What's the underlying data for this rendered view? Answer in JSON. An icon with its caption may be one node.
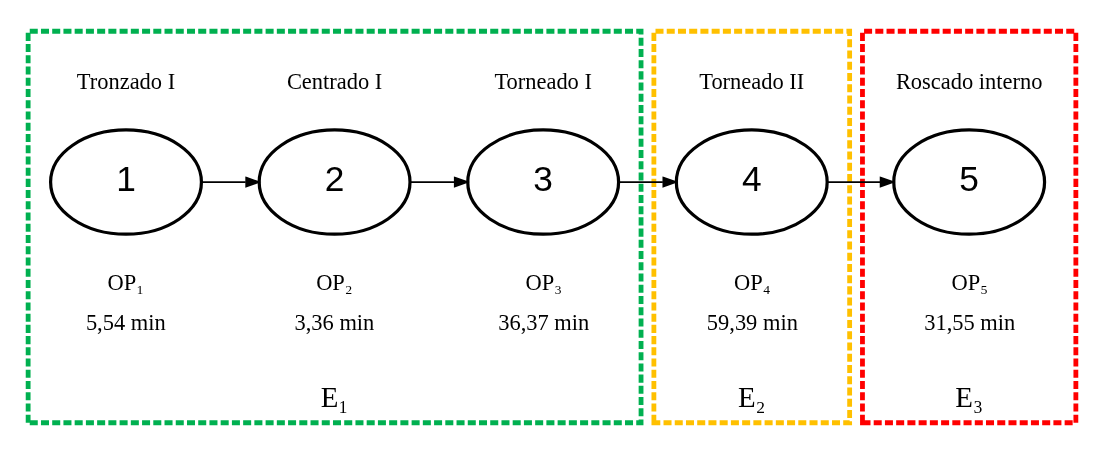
{
  "diagram": {
    "nodes": [
      {
        "text": [
          "E₁"
        ]
      },
      {
        "text": [
          "1"
        ],
        "in": 0,
        "beside": [
          "OP₁",
          "5,54 min",
          "Tronzado I"
        ]
      },
      {
        "text": [
          "2"
        ],
        "in": 0,
        "beside": [
          "OP₂",
          "3,36 min",
          "Centrado I"
        ]
      },
      {
        "text": [
          "3"
        ],
        "in": 0,
        "beside": [
          "OP₃",
          "36,37 min",
          "Torneado I"
        ]
      },
      {
        "text": [
          "E₂"
        ]
      },
      {
        "text": [
          "4"
        ],
        "in": 4,
        "beside": [
          "OP₄",
          "59,39 min",
          "Torneado II"
        ]
      },
      {
        "text": [
          "E₃"
        ]
      },
      {
        "text": [
          "5"
        ],
        "in": 6,
        "beside": [
          "OP₅",
          "31,55 min",
          "Roscado interno"
        ]
      }
    ],
    "edges": [
      {
        "from": 1,
        "to": 2,
        "arrow": "to"
      },
      {
        "from": 2,
        "to": 3,
        "arrow": "to"
      },
      {
        "from": 3,
        "to": 5,
        "arrow": "to"
      },
      {
        "from": 5,
        "to": 7,
        "arrow": "to"
      }
    ]
  }
}
